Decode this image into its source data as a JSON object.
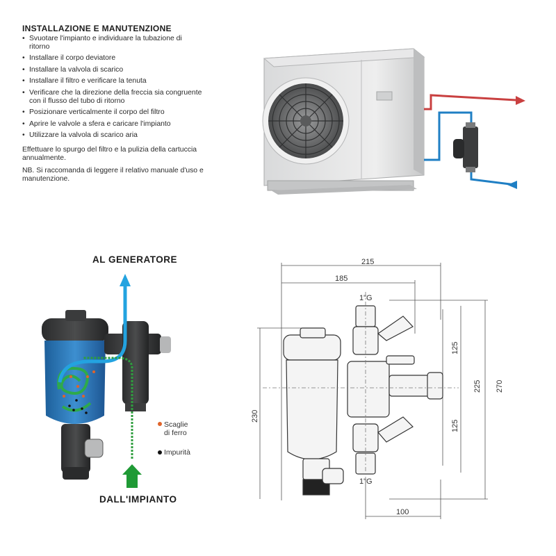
{
  "instructions": {
    "title": "INSTALLAZIONE E MANUTENZIONE",
    "steps": [
      "Svuotare l'impianto e individuare la tubazione di ritorno",
      "Installare il corpo deviatore",
      "Installare la valvola di scarico",
      "Installare il filtro e verificare la tenuta",
      "Verificare che la direzione della freccia sia congruente con il flusso del tubo di ritorno",
      "Posizionare verticalmente il corpo del filtro",
      "Aprire le valvole a sfera e caricare l'impianto",
      "Utilizzare la valvola di scarico aria"
    ],
    "note_maintenance": "Effettuare lo spurgo del filtro e la pulizia della cartuccia annualmente.",
    "note_manual": "NB. Si raccomanda di leggere il relativo manuale d'uso e manutenzione."
  },
  "filter_illustration": {
    "label_top": "AL GENERATORE",
    "label_bottom": "DALL'IMPIANTO",
    "legend": [
      {
        "label_line1": "Scaglie",
        "label_line2": "di ferro",
        "color": "#e0642a"
      },
      {
        "label_line1": "Impurità",
        "label_line2": "",
        "color": "#111111"
      }
    ]
  },
  "dimensions": {
    "width_overall": "215",
    "width_partial": "185",
    "thread_top": "1\"G",
    "thread_bottom": "1\"G",
    "height_upper": "125",
    "height_lower": "125",
    "height_centers": "225",
    "height_overall": "270",
    "height_filter": "230",
    "offset_bottom": "100"
  },
  "colors": {
    "flow_hot": "#c94040",
    "flow_cold": "#1f7fc4",
    "flow_up": "#23a3e0",
    "flow_in": "#2e9e3e"
  }
}
